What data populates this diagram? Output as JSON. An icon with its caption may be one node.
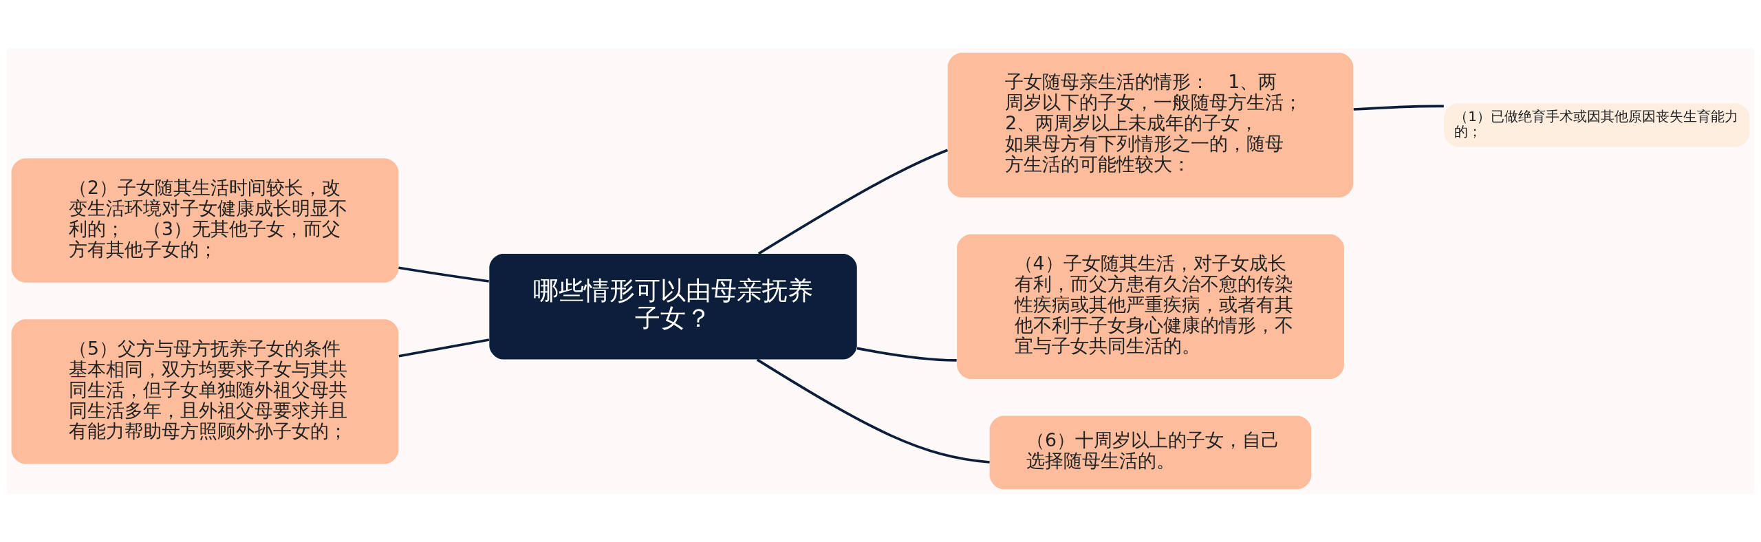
{
  "diagram": {
    "nodes": [
      {
        "text": [
          "哪些情形可以由母亲抚养子女？"
        ]
      },
      {
        "text": [
          "子女随母亲生活的情形：　1、两周岁以下的子女，一般随母方生活； 2、两周岁以上未成年的子女，如果母方有下列情形之一的，随母方生活的可能性较大："
        ]
      },
      {
        "text": [
          "（1）已做绝育手术或因其他原因丧失生育能力的；"
        ]
      },
      {
        "text": [
          "（4）子女随其生活，对子女成长有利，而父方患有久治不愈的传染性疾病或其他严重疾病，或者有其他不利于子女身心健康的情形，不宜与子女共同生活的。"
        ]
      },
      {
        "text": [
          "（6）十周岁以上的子女，自己选择随母生活的。"
        ]
      },
      {
        "text": [
          "（2）子女随其生活时间较长，改变生活环境对子女健康成长明显不利的；　（3）无其他子女，而父方有其他子女的；"
        ]
      },
      {
        "text": [
          "（5）父方与母方抚养子女的条件基本相同，双方均要求子女与其共同生活，但子女单独随外祖父母共同生活多年，且外祖父母要求并且有能力帮助母方照顾外孙子女的；"
        ]
      }
    ],
    "edges": [
      {
        "from": 0,
        "to": 1,
        "arrow": "none"
      },
      {
        "from": 1,
        "to": 2,
        "arrow": "none"
      },
      {
        "from": 0,
        "to": 3,
        "arrow": "none"
      },
      {
        "from": 0,
        "to": 4,
        "arrow": "none"
      },
      {
        "from": 5,
        "to": 0,
        "arrow": "none"
      },
      {
        "from": 6,
        "to": 0,
        "arrow": "none"
      }
    ]
  }
}
